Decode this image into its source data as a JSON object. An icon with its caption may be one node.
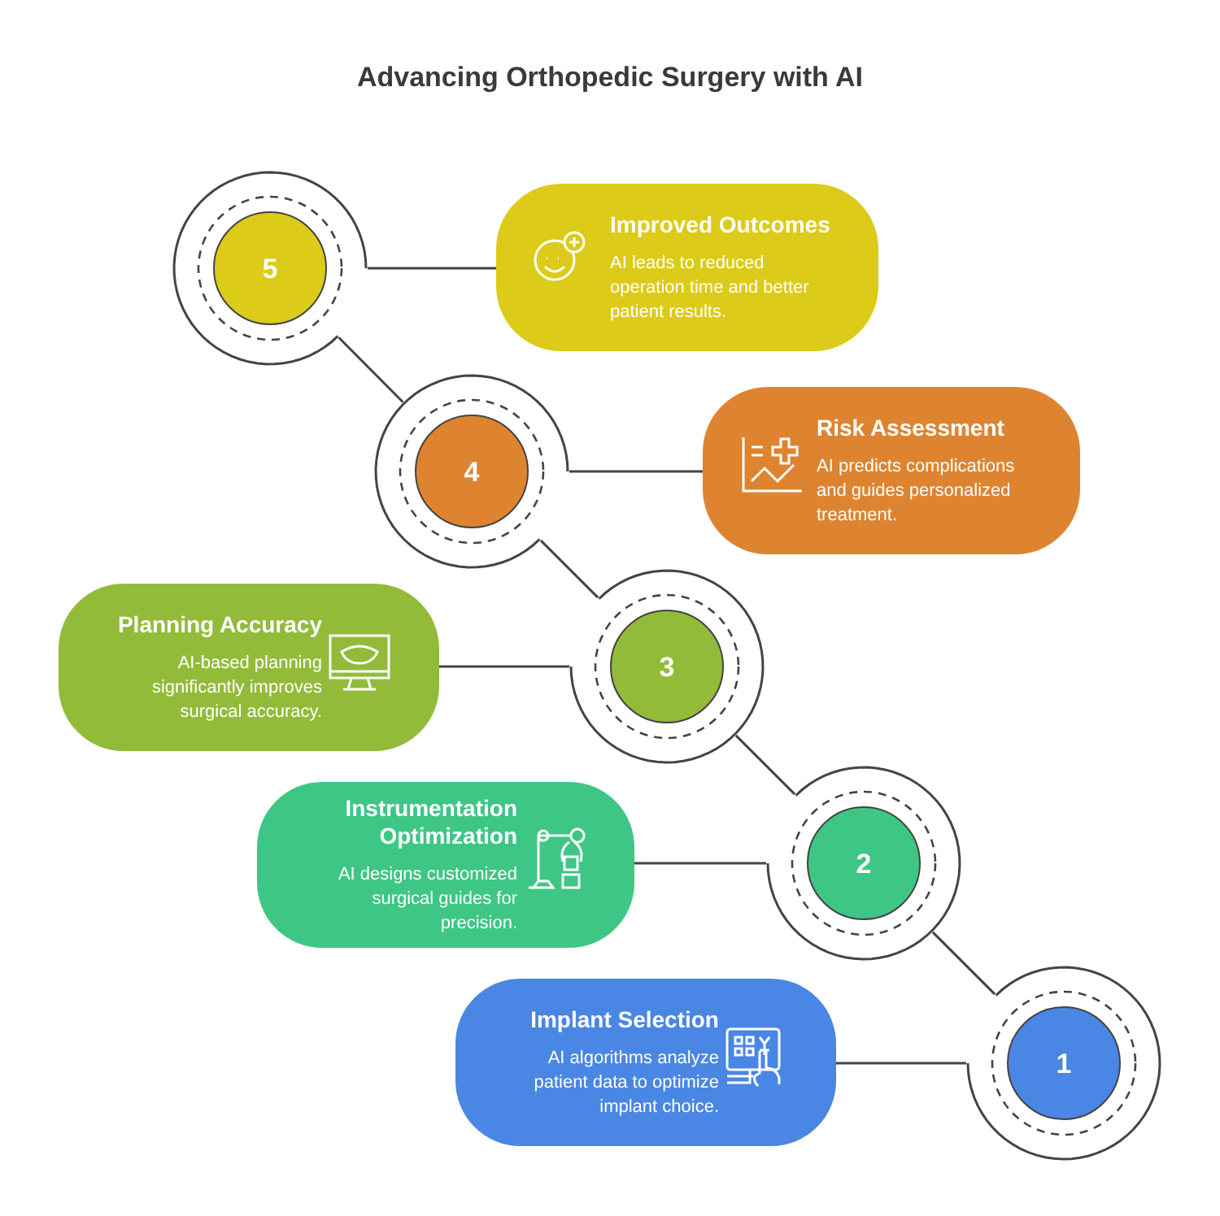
{
  "diagram": {
    "title": "Advancing Orthopedic Surgery with AI",
    "nodes": [
      {
        "text": [
          "5"
        ]
      },
      {
        "text": [
          "Improved Outcomes",
          "AI leads to reduced operation time and better patient results."
        ]
      },
      {
        "text": [
          "4"
        ]
      },
      {
        "text": [
          "Risk Assessment",
          "AI predicts complications and guides personalized treatment."
        ]
      },
      {
        "text": [
          "Planning Accuracy",
          "AI-based planning significantly improves surgical accuracy."
        ]
      },
      {
        "text": [
          "3"
        ]
      },
      {
        "text": [
          "Instrumentation Optimization",
          "AI designs customized surgical guides for precision."
        ]
      },
      {
        "text": [
          "2"
        ]
      },
      {
        "text": [
          "Implant Selection",
          "AI algorithms analyze patient data to optimize implant choice."
        ]
      },
      {
        "text": [
          "1"
        ]
      }
    ],
    "edges": [
      {
        "from": 1,
        "to": 0,
        "arrow": "none"
      },
      {
        "from": 3,
        "to": 2,
        "arrow": "none"
      },
      {
        "from": 4,
        "to": 5,
        "arrow": "none"
      },
      {
        "from": 6,
        "to": 7,
        "arrow": "none"
      },
      {
        "from": 8,
        "to": 9,
        "arrow": "none"
      },
      {
        "from": 0,
        "to": 2,
        "arrow": "none"
      },
      {
        "from": 2,
        "to": 5,
        "arrow": "none"
      },
      {
        "from": 5,
        "to": 7,
        "arrow": "none"
      },
      {
        "from": 7,
        "to": 9,
        "arrow": "none"
      }
    ]
  }
}
